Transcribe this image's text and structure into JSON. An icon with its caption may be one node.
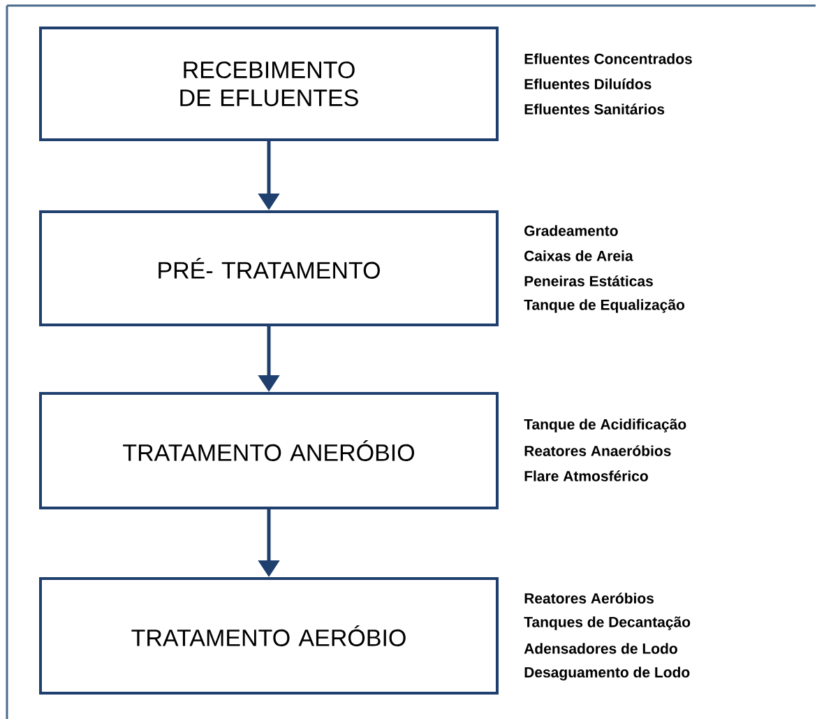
{
  "diagram": {
    "nodes": [
      {
        "text": [
          "RECEBIMENTO DE EFLUENTES"
        ],
        "beside": [
          "Efluentes Concentrados",
          "Efluentes Diluídos",
          "Efluentes Sanitários"
        ]
      },
      {
        "text": [
          "PRÉ- TRATAMENTO"
        ],
        "beside": [
          "Gradeamento",
          "Caixas de Areia",
          "Peneiras Estáticas",
          "Tanque de Equalização"
        ]
      },
      {
        "text": [
          "TRATAMENTO ANERÓBIO"
        ],
        "beside": [
          "Tanque de Acidificação",
          "Reatores Anaeróbios",
          "Flare Atmosférico"
        ]
      },
      {
        "text": [
          "TRATAMENTO AERÓBIO"
        ],
        "beside": [
          "Reatores Aeróbios",
          "Tanques de Decantação",
          "Adensadores de Lodo",
          "Desaguamento de Lodo"
        ]
      }
    ],
    "edges": [
      {
        "from": 0,
        "to": 1,
        "arrow": "to"
      },
      {
        "from": 1,
        "to": 2,
        "arrow": "to"
      },
      {
        "from": 2,
        "to": 3,
        "arrow": "to"
      }
    ]
  }
}
